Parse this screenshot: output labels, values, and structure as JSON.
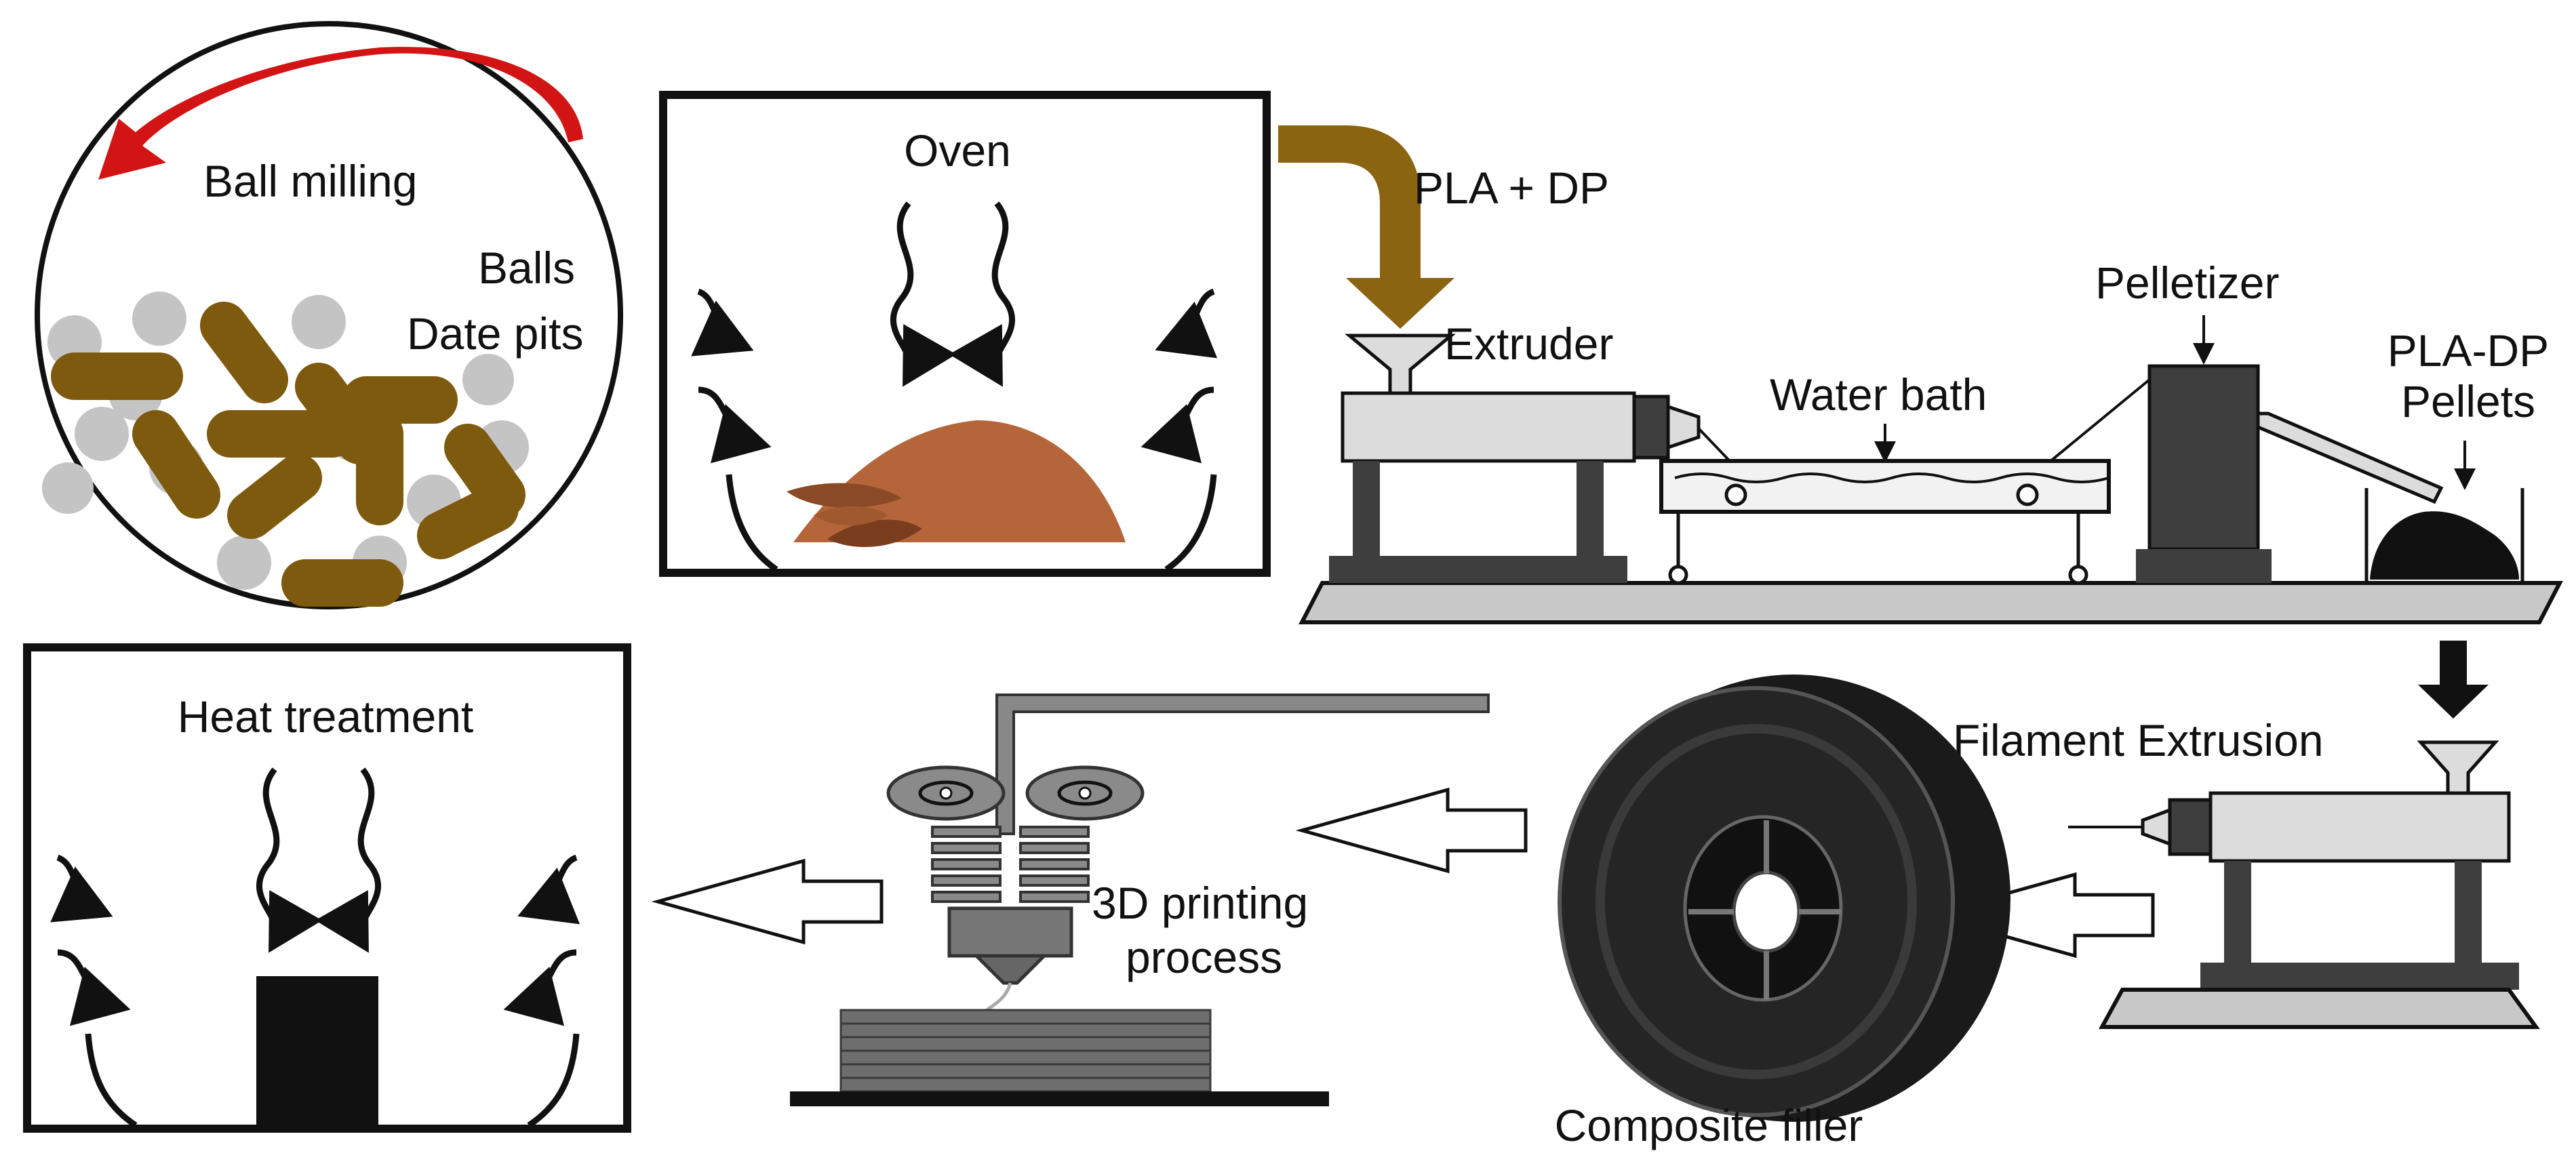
{
  "labels": {
    "ball_milling": "Ball milling",
    "balls": "Balls",
    "date_pits": "Date pits",
    "oven": "Oven",
    "pla_dp": "PLA + DP",
    "extruder": "Extruder",
    "water_bath": "Water bath",
    "pelletizer": "Pelletizer",
    "pellets_line1": "PLA-DP",
    "pellets_line2": "Pellets",
    "heat_treatment": "Heat treatment",
    "printing_line1": "3D printing",
    "printing_line2": "process",
    "filament_extrusion": "Filament Extrusion",
    "composite_filler": "Composite filler"
  },
  "colors": {
    "date_pit": "#7d5a0e",
    "milling_arrow": "#d21414",
    "feed_arrow": "#8a6410",
    "ball": "#c4c4c4",
    "machine_light": "#dcdcdc",
    "machine_dark": "#3e3e3e",
    "base": "#c8c8c8",
    "powder": "#b5653a"
  }
}
